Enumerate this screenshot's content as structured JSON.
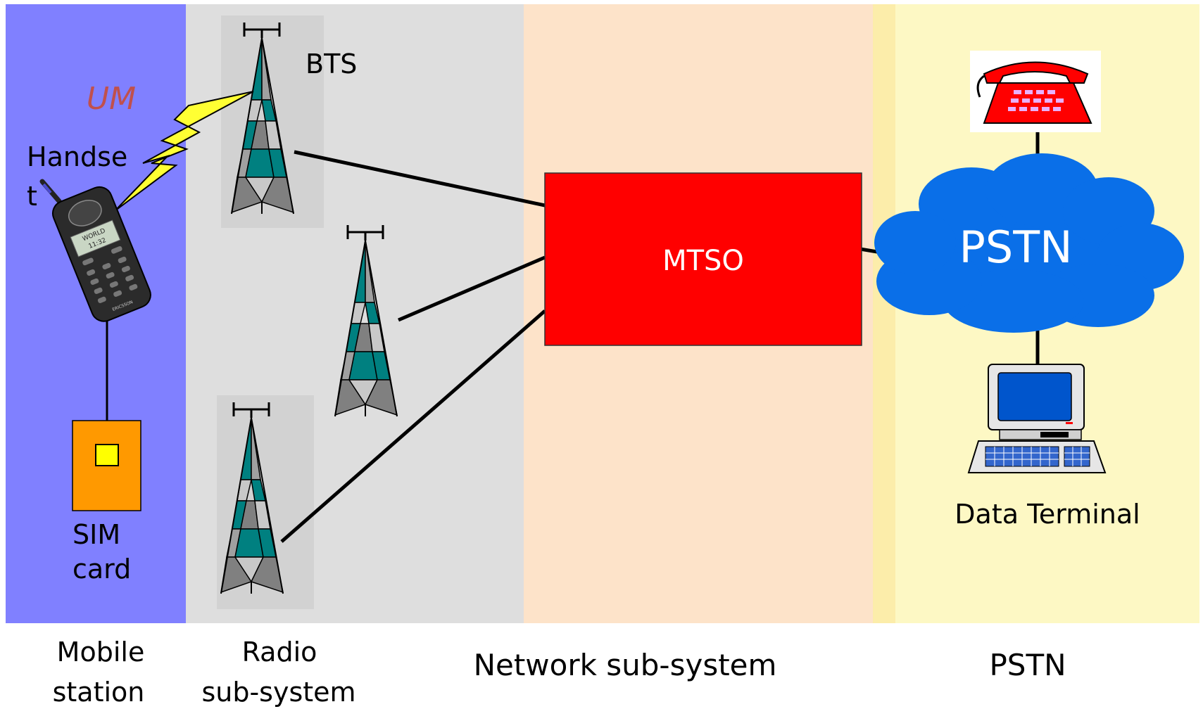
{
  "labels": {
    "handset_line1": "Handse",
    "handset_line2": "t",
    "um": "UM",
    "bts": "BTS",
    "sim_line1": "SIM",
    "sim_line2": "card",
    "mtso": "MTSO",
    "cloud": "PSTN",
    "data_terminal": "Data Terminal"
  },
  "handset_screen": {
    "line1": "WORLD",
    "line2": "11:32"
  },
  "handset_brand": "ERICSSON",
  "sections": [
    {
      "line1": "Mobile",
      "line2": "station"
    },
    {
      "line1": "Radio",
      "line2": "sub-system"
    },
    {
      "line1": "Network sub-system",
      "line2": ""
    },
    {
      "line1": "PSTN",
      "line2": ""
    }
  ],
  "colors": {
    "mobile_band": "#8080ff",
    "radio_band": "#dedede",
    "network_band": "#fde3c9",
    "pstn_band": "#fdf8c4",
    "pstn_divider": "#fcedaa",
    "mtso_box": "#ff0000",
    "cloud": "#0a6fe8",
    "sim_card": "#ff9900",
    "sim_chip": "#ffff00",
    "lightning": "#ffff33",
    "tower_teal": "#008080",
    "tower_gray": "#808080",
    "um_text": "#c0504d",
    "phone_red": "#ff0000"
  }
}
